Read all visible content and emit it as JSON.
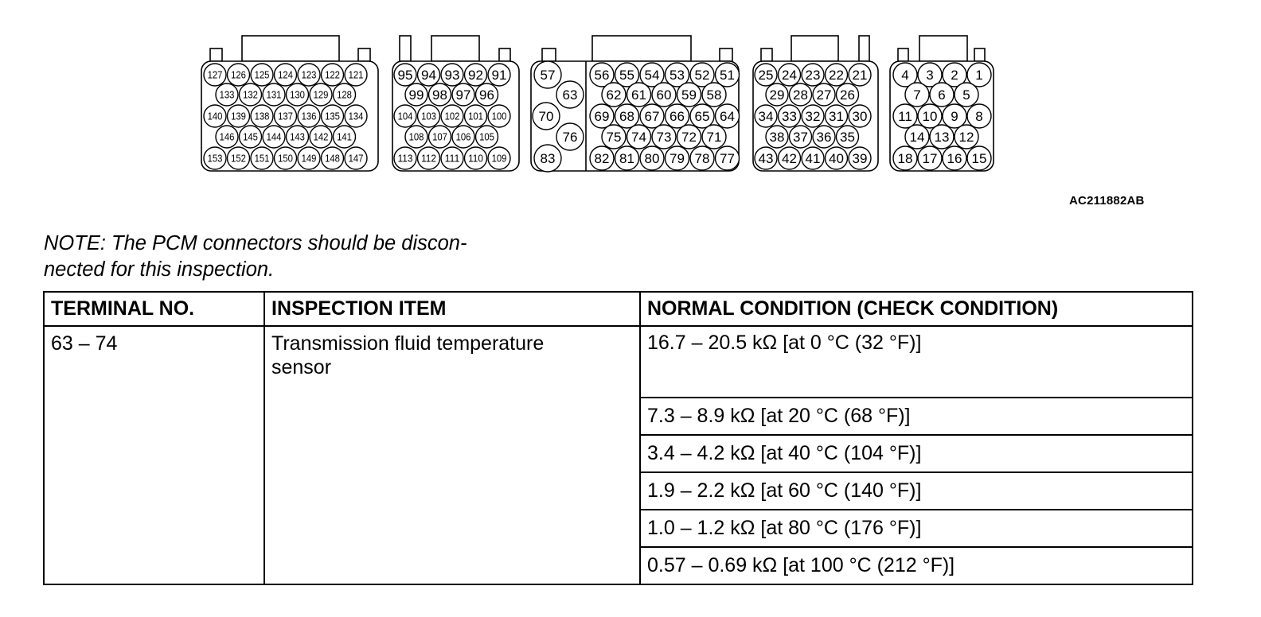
{
  "figure": {
    "id": "AC211882AB",
    "connectors": [
      {
        "name": "connector-a",
        "rows": [
          [
            "127",
            "126",
            "125",
            "124",
            "123",
            "122",
            "121"
          ],
          [
            "133",
            "132",
            "131",
            "130",
            "129",
            "128"
          ],
          [
            "140",
            "139",
            "138",
            "137",
            "136",
            "135",
            "134"
          ],
          [
            "146",
            "145",
            "144",
            "143",
            "142",
            "141"
          ],
          [
            "153",
            "152",
            "151",
            "150",
            "149",
            "148",
            "147"
          ]
        ]
      },
      {
        "name": "connector-b",
        "rows": [
          [
            "95",
            "94",
            "93",
            "92",
            "91"
          ],
          [
            "99",
            "98",
            "97",
            "96"
          ],
          [
            "104",
            "103",
            "102",
            "101",
            "100"
          ],
          [
            "108",
            "107",
            "106",
            "105"
          ],
          [
            "113",
            "112",
            "111",
            "110",
            "109"
          ]
        ]
      },
      {
        "name": "connector-c",
        "rows": [
          [
            "56",
            "55",
            "54",
            "53",
            "52",
            "51"
          ],
          [
            "62",
            "61",
            "60",
            "59",
            "58"
          ],
          [
            "69",
            "68",
            "67",
            "66",
            "65",
            "64"
          ],
          [
            "75",
            "74",
            "73",
            "72",
            "71"
          ],
          [
            "82",
            "81",
            "80",
            "79",
            "78",
            "77"
          ]
        ],
        "big_pins": [
          "57",
          "63",
          "70",
          "76",
          "83"
        ]
      },
      {
        "name": "connector-d",
        "rows": [
          [
            "25",
            "24",
            "23",
            "22",
            "21"
          ],
          [
            "29",
            "28",
            "27",
            "26"
          ],
          [
            "34",
            "33",
            "32",
            "31",
            "30"
          ],
          [
            "38",
            "37",
            "36",
            "35"
          ],
          [
            "43",
            "42",
            "41",
            "40",
            "39"
          ]
        ]
      },
      {
        "name": "connector-e",
        "rows": [
          [
            "4",
            "3",
            "2",
            "1"
          ],
          [
            "7",
            "6",
            "5"
          ],
          [
            "11",
            "10",
            "9",
            "8"
          ],
          [
            "14",
            "13",
            "12"
          ],
          [
            "18",
            "17",
            "16",
            "15"
          ]
        ]
      }
    ]
  },
  "note": {
    "line1": "NOTE: The PCM connectors should be discon-",
    "line2": "nected for this inspection."
  },
  "table": {
    "headers": [
      "TERMINAL NO.",
      "INSPECTION ITEM",
      "NORMAL CONDITION (CHECK CONDITION)"
    ],
    "terminal": "63 – 74",
    "item_line1": "Transmission fluid temperature",
    "item_line2": "sensor",
    "conditions": [
      "16.7 – 20.5 kΩ [at 0 °C (32 °F)]",
      "7.3 – 8.9 kΩ [at 20 °C (68 °F)]",
      "3.4 – 4.2 kΩ [at 40 °C (104 °F)]",
      "1.9 – 2.2 kΩ [at 60 °C (140 °F)]",
      "1.0 – 1.2 kΩ [at 80 °C (176 °F)]",
      "0.57 – 0.69 kΩ [at 100 °C (212 °F)]"
    ]
  }
}
